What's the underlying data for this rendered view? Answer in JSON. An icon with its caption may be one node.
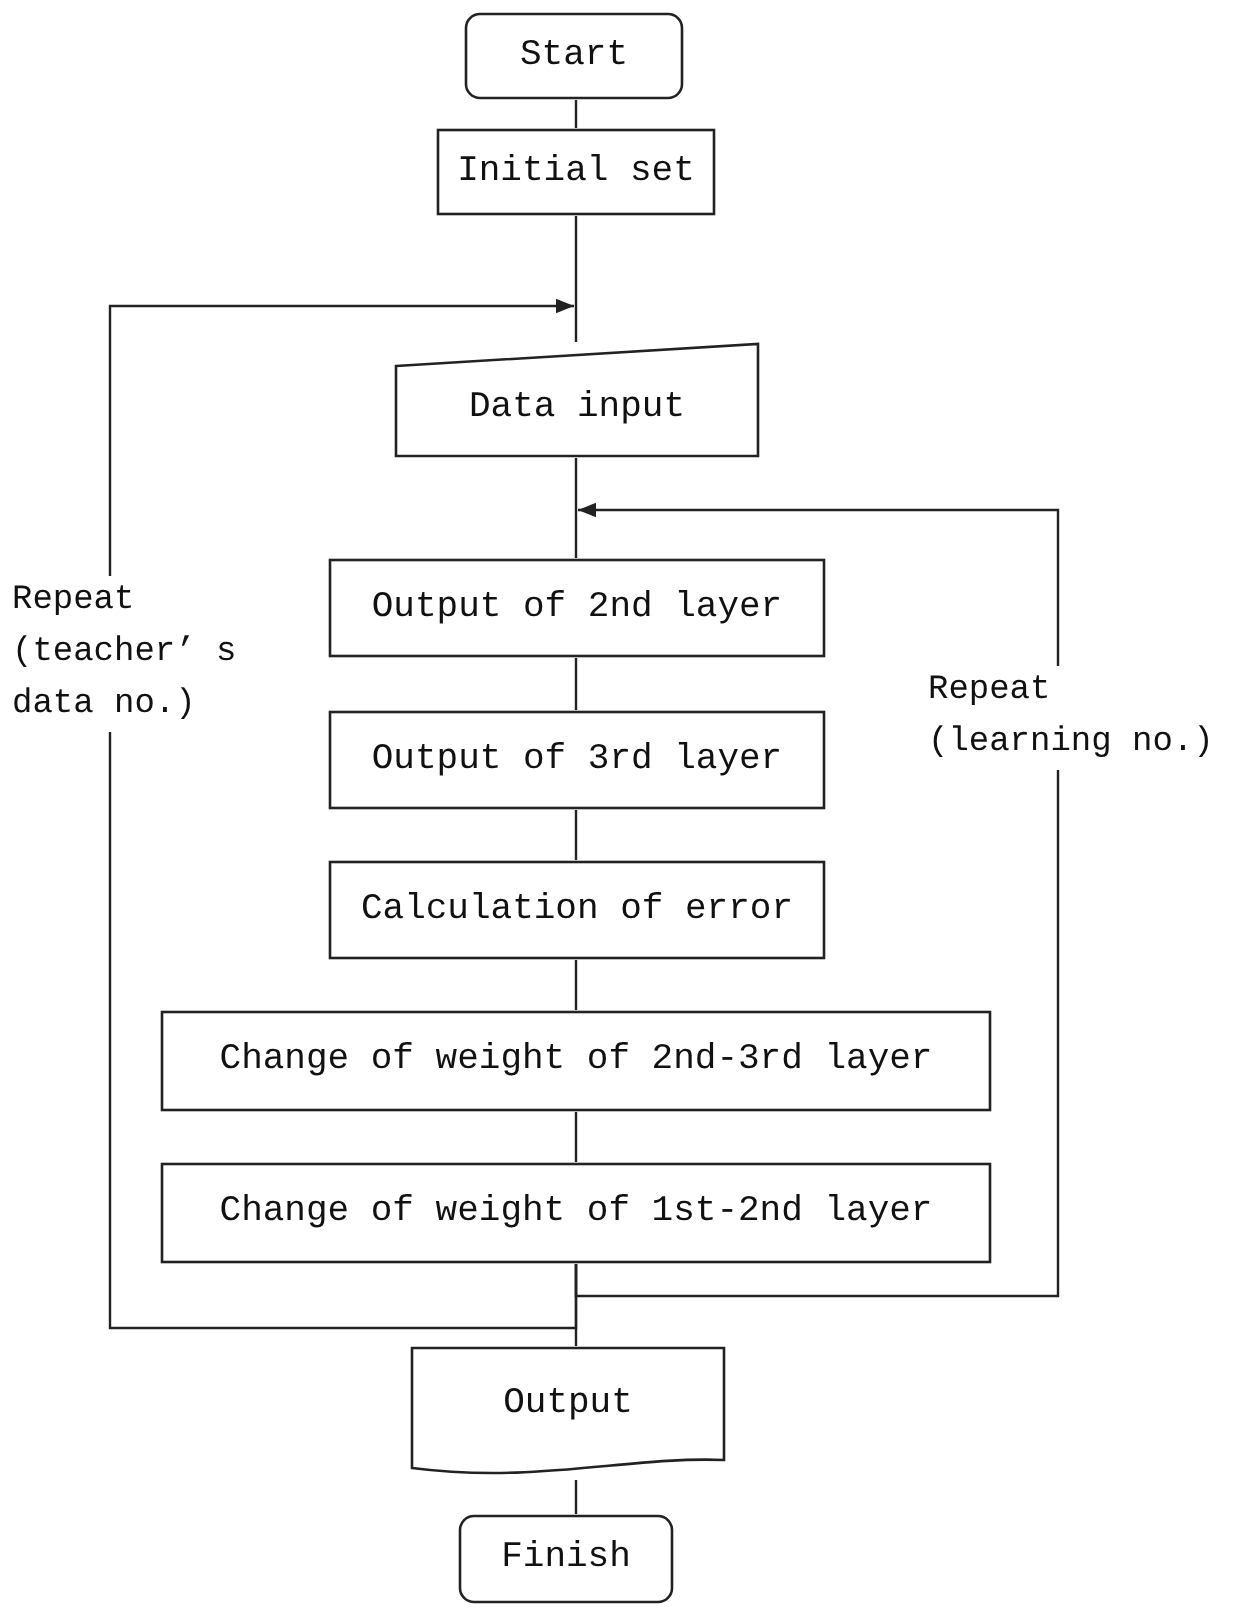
{
  "diagram": {
    "nodes": [
      {
        "text": [
          "Start"
        ]
      },
      {
        "text": [
          "Initial set"
        ]
      },
      {
        "text": [
          "Data input"
        ]
      },
      {
        "text": [
          "Output of 2nd layer"
        ]
      },
      {
        "text": [
          "Output of 3rd layer"
        ]
      },
      {
        "text": [
          "Calculation of error"
        ]
      },
      {
        "text": [
          "Change of weight of 2nd-3rd layer"
        ]
      },
      {
        "text": [
          "Change of weight of 1st-2nd layer"
        ]
      },
      {
        "text": [
          "Output"
        ]
      },
      {
        "text": [
          "Finish"
        ]
      }
    ],
    "edges": [
      {
        "from": 0,
        "to": 1,
        "arrow": "none"
      },
      {
        "from": 1,
        "to": 2,
        "arrow": "none"
      },
      {
        "from": 2,
        "to": 3,
        "arrow": "none"
      },
      {
        "from": 3,
        "to": 4,
        "arrow": "none"
      },
      {
        "from": 4,
        "to": 5,
        "arrow": "none"
      },
      {
        "from": 5,
        "to": 6,
        "arrow": "none"
      },
      {
        "from": 6,
        "to": 7,
        "arrow": "none"
      },
      {
        "from": 7,
        "to": 8,
        "arrow": "none"
      },
      {
        "from": 8,
        "to": 9,
        "arrow": "none"
      },
      {
        "from": 7,
        "to": 2,
        "arrow": "to",
        "label": "Repeat (teacher’ s data no.)"
      },
      {
        "from": 7,
        "to": 3,
        "arrow": "to",
        "label": "Repeat (learning no.)"
      }
    ]
  }
}
